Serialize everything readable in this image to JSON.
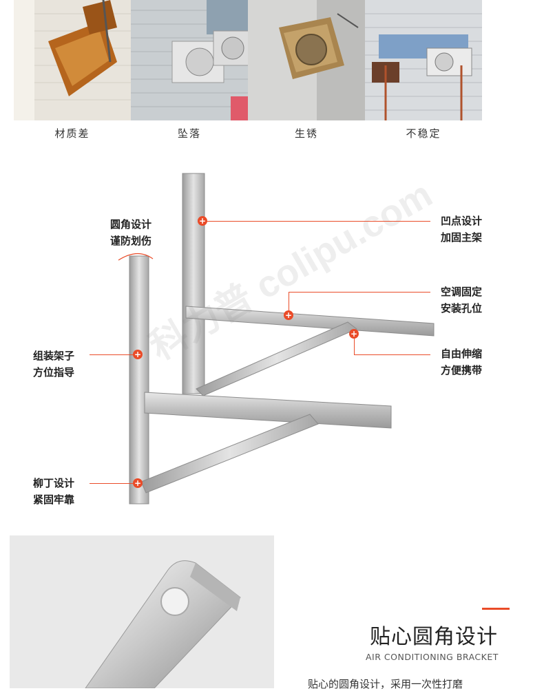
{
  "photos": [
    {
      "caption": "材质差"
    },
    {
      "caption": "坠落"
    },
    {
      "caption": "生锈"
    },
    {
      "caption": "不稳定"
    }
  ],
  "callouts": {
    "rounded_corner": {
      "line1": "圆角设计",
      "line2": "谨防划伤"
    },
    "groove_design": {
      "line1": "凹点设计",
      "line2": "加固主架"
    },
    "ac_mount_holes": {
      "line1": "空调固定",
      "line2": "安装孔位"
    },
    "assembly_guide": {
      "line1": "组装架子",
      "line2": "方位指导"
    },
    "telescopic": {
      "line1": "自由伸缩",
      "line2": "方便携带"
    },
    "rivet_design": {
      "line1": "柳丁设计",
      "line2": "紧固牢靠"
    }
  },
  "watermark": "科力普 colipu.com",
  "feature": {
    "title": "贴心圆角设计",
    "subtitle": "AIR CONDITIONING BRACKET",
    "description": "贴心的圆角设计，采用一次性打磨"
  },
  "colors": {
    "accent": "#ea4b28"
  }
}
